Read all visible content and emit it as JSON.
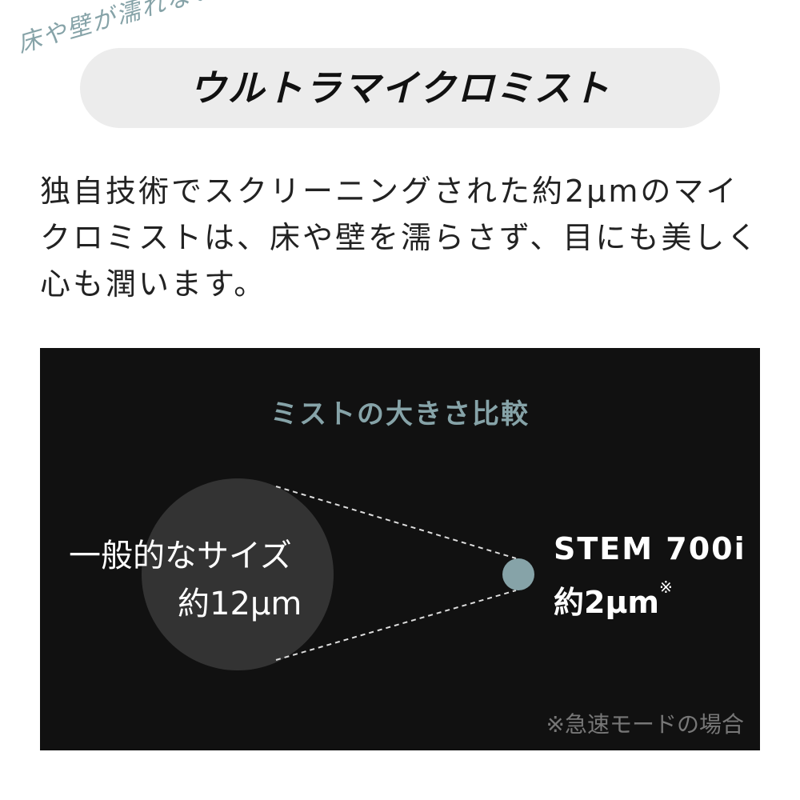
{
  "header": {
    "tagline": "床や壁が濡れない",
    "title": "ウルトラマイクロミスト"
  },
  "description": "独自技術でスクリーニングされた約2μmのマイクロミストは、床や壁を濡らさず、目にも美しく心も潤います。",
  "comparison": {
    "title": "ミストの大きさ比較",
    "general_label": "一般的なサイズ",
    "general_size": "約12μm",
    "product_name": "STEM 700i",
    "product_size": "約2μm",
    "product_mark": "※",
    "footnote": "※急速モードの場合"
  },
  "colors": {
    "accent": "#86a3a8",
    "panel": "#111111",
    "large_circle": "#333333"
  }
}
